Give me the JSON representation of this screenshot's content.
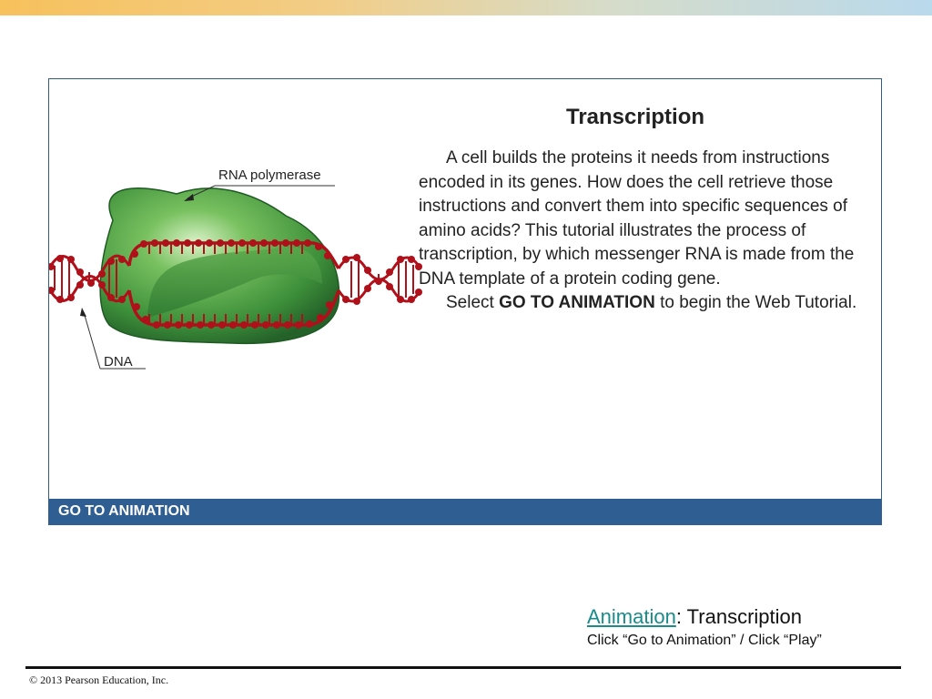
{
  "panel": {
    "title": "Transcription",
    "paragraph1": "A cell builds the proteins it needs from instructions encoded in its genes. How does the cell retrieve those instructions and convert them into specific sequences of amino acids? This tutorial illustrates the process of transcription, by which messenger RNA is made from the DNA template of a protein coding gene.",
    "paragraph2_prefix": "Select ",
    "paragraph2_bold": "GO TO ANIMATION",
    "paragraph2_suffix": " to begin the Web Tutorial.",
    "go_button_label": "GO TO ANIMATION"
  },
  "illustration": {
    "rna_polymerase_label": "RNA polymerase",
    "dna_label": "DNA"
  },
  "caption": {
    "link_text": "Animation",
    "title_suffix": ": Transcription",
    "instruction": "Click “Go to Animation” / Click “Play”"
  },
  "footer": {
    "copyright": "© 2013 Pearson Education, Inc."
  },
  "colors": {
    "bar_blue": "#2f5e93",
    "dna_red": "#b0101a",
    "polymerase_green": "#4caf4c",
    "link_teal": "#1a8c8c"
  }
}
